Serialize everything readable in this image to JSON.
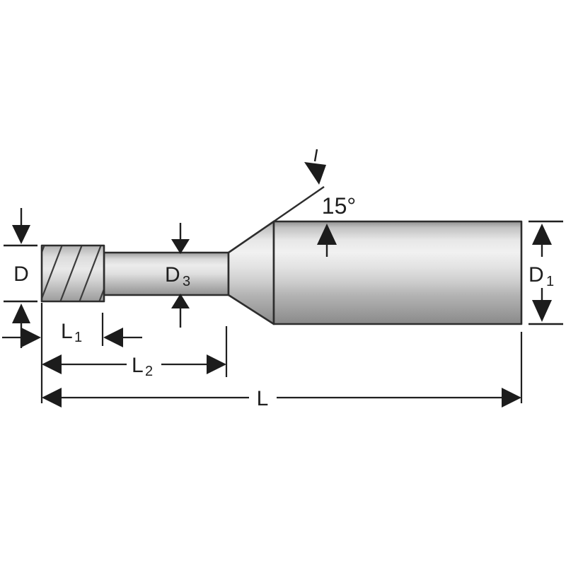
{
  "figure": {
    "kind": "technical-dimension-drawing",
    "subject": "end-mill cutter side view with taper",
    "background_color": "#ffffff",
    "outline_color": "#2d2d2d",
    "dimension_color": "#1f1f1f",
    "metal_highlight_color": "#f1f1f1",
    "metal_shadow_color": "#8a8a8a",
    "labels": {
      "d": {
        "base": "D",
        "sub": ""
      },
      "d3": {
        "base": "D",
        "sub": "3"
      },
      "d1": {
        "base": "D",
        "sub": "1"
      },
      "l1": {
        "base": "L",
        "sub": "1"
      },
      "l2": {
        "base": "L",
        "sub": "2"
      },
      "l": {
        "base": "L",
        "sub": ""
      },
      "angle": "15°"
    }
  }
}
